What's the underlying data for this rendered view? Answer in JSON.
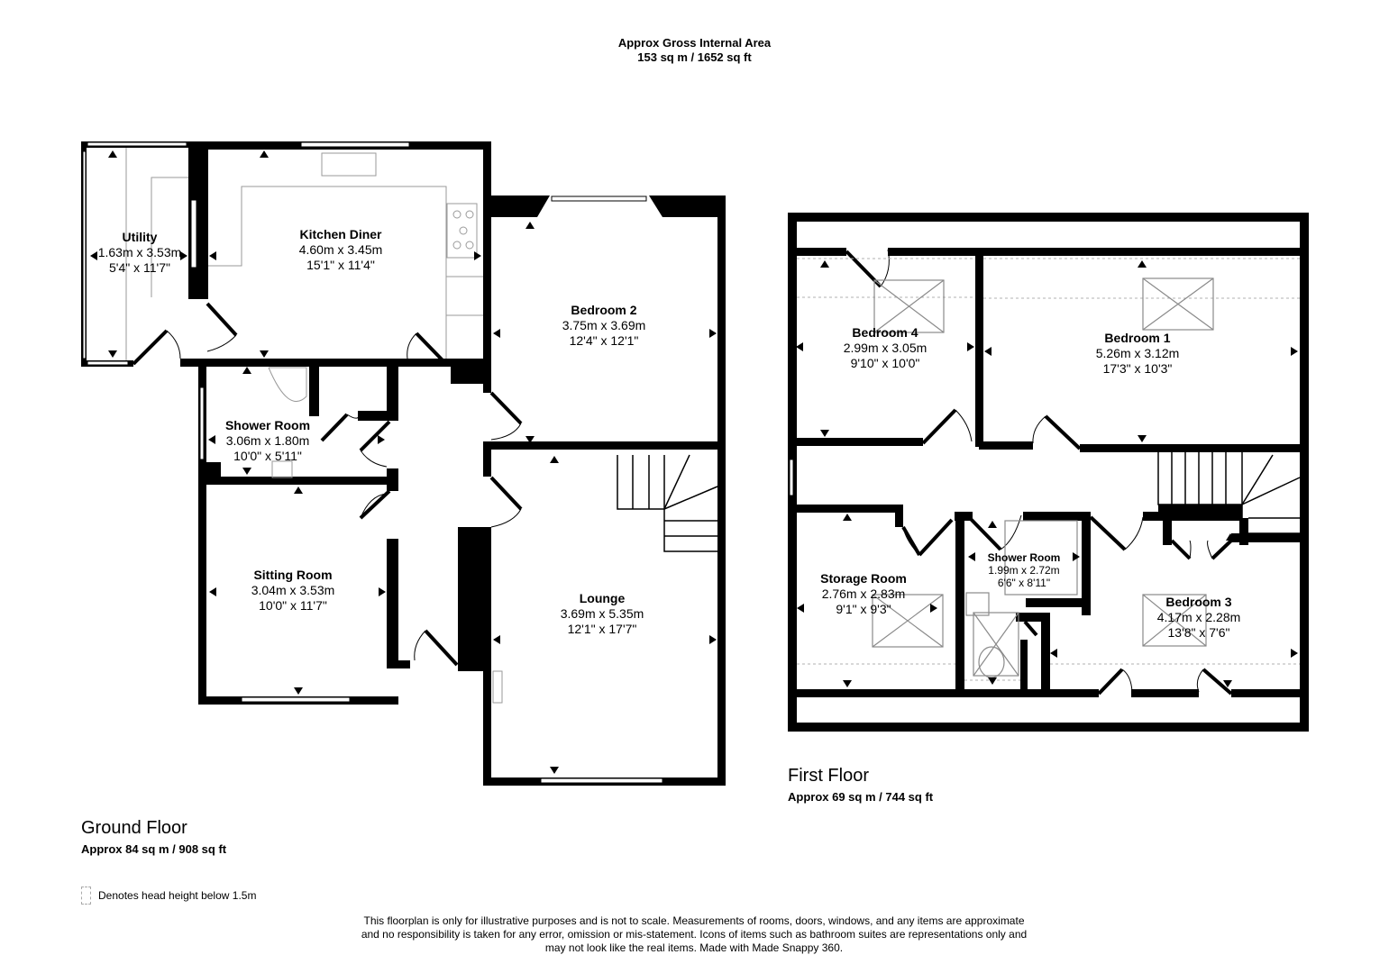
{
  "header": {
    "title": "Approx Gross Internal Area",
    "area": "153 sq m / 1652 sq ft"
  },
  "ground_floor": {
    "name": "Ground Floor",
    "area": "Approx 84 sq m / 908 sq ft",
    "rooms": [
      {
        "name": "Utility",
        "metric": "1.63m x 3.53m",
        "imperial": "5'4\" x 11'7\""
      },
      {
        "name": "Kitchen Diner",
        "metric": "4.60m x 3.45m",
        "imperial": "15'1\" x 11'4\""
      },
      {
        "name": "Bedroom 2",
        "metric": "3.75m x 3.69m",
        "imperial": "12'4\" x 12'1\""
      },
      {
        "name": "Shower Room",
        "metric": "3.06m x 1.80m",
        "imperial": "10'0\" x 5'11\""
      },
      {
        "name": "Sitting Room",
        "metric": "3.04m x 3.53m",
        "imperial": "10'0\" x 11'7\""
      },
      {
        "name": "Lounge",
        "metric": "3.69m x 5.35m",
        "imperial": "12'1\" x 17'7\""
      }
    ]
  },
  "first_floor": {
    "name": "First Floor",
    "area": "Approx 69 sq m / 744 sq ft",
    "rooms": [
      {
        "name": "Bedroom 4",
        "metric": "2.99m x 3.05m",
        "imperial": "9'10\" x 10'0\""
      },
      {
        "name": "Bedroom 1",
        "metric": "5.26m x 3.12m",
        "imperial": "17'3\" x 10'3\""
      },
      {
        "name": "Storage Room",
        "metric": "2.76m x 2.83m",
        "imperial": "9'1\" x 9'3\""
      },
      {
        "name": "Shower Room",
        "metric": "1.99m x 2.72m",
        "imperial": "6'6\" x 8'11\""
      },
      {
        "name": "Bedroom 3",
        "metric": "4.17m x 2.28m",
        "imperial": "13'8\" x 7'6\""
      }
    ]
  },
  "legend": {
    "text": "Denotes head height below 1.5m"
  },
  "disclaimer": {
    "line1": "This floorplan is only for illustrative purposes and is not to scale. Measurements of rooms, doors, windows, and any items are approximate",
    "line2": "and no responsibility is taken for any error, omission or mis-statement. Icons of items such as bathroom suites are representations only and",
    "line3": "may not look like the real items. Made with Made Snappy 360."
  },
  "colors": {
    "wall": "#000000",
    "fixture": "#9a9a9a",
    "dashed": "#b0b0b0",
    "background": "#ffffff"
  }
}
